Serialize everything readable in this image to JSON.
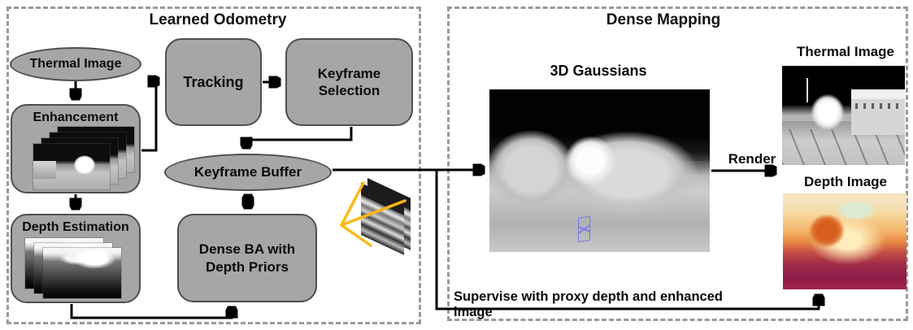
{
  "colors": {
    "node_fill": "#a6a6a6",
    "node_border": "#4f4f4f",
    "dashed_border": "#9a9a9a",
    "arrow": "#000000",
    "frustum_yellow": "#fdb913",
    "camera_marker_blue": "#7373eb"
  },
  "learned_odometry": {
    "title": "Learned Odometry",
    "nodes": {
      "thermal_image": "Thermal Image",
      "enhancement": "Enhancement",
      "depth_estimation": "Depth Estimation",
      "tracking": "Tracking",
      "keyframe_selection": "Keyframe Selection",
      "keyframe_buffer": "Keyframe Buffer",
      "dense_ba": "Dense BA with Depth Priors"
    }
  },
  "dense_mapping": {
    "title": "Dense Mapping",
    "gaussians_label": "3D Gaussians",
    "render_label": "Render",
    "thermal_image_label": "Thermal Image",
    "depth_image_label": "Depth Image",
    "supervise_label": "Supervise with proxy depth and enhanced image"
  }
}
